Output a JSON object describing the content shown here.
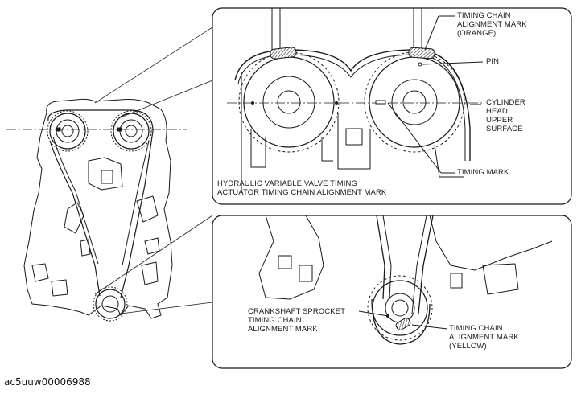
{
  "labels": {
    "timing_chain_mark_orange": "TIMING CHAIN\nALIGNMENT MARK\n(ORANGE)",
    "pin": "PIN",
    "cylinder_head_upper_surface": "CYLINDER\nHEAD\nUPPER\nSURFACE",
    "timing_mark": "TIMING MARK",
    "hvvt_actuator_mark": "HYDRAULIC VARIABLE VALVE TIMING\nACTUATOR TIMING CHAIN ALIGNMENT MARK",
    "crankshaft_sprocket_mark": "CRANKSHAFT SPROCKET\nTIMING CHAIN\nALIGNMENT MARK",
    "timing_chain_mark_yellow": "TIMING CHAIN\nALIGNMENT MARK\n(YELLOW)"
  },
  "caption": "ac5uuw00006988",
  "colors": {
    "line": "#1a1a1a",
    "mark_fill": "#777777"
  }
}
